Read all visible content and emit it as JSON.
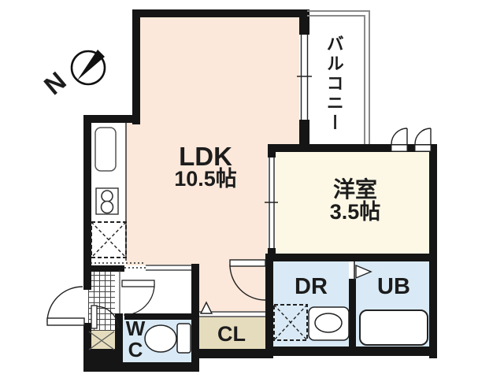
{
  "plan": {
    "type": "apartment-floor-plan",
    "compass": {
      "label": "N"
    },
    "rooms": {
      "ldk": {
        "name": "LDK",
        "area": "10.5帖"
      },
      "western": {
        "name": "洋室",
        "area": "3.5帖"
      },
      "balcony": {
        "name": "バルコニー"
      },
      "dressing": {
        "name": "DR"
      },
      "unit_bath": {
        "name": "UB"
      },
      "closet": {
        "name": "CL"
      },
      "wc": {
        "line1": "W",
        "line2": "C"
      }
    },
    "fixtures": [
      "north-compass",
      "kitchen-sink",
      "gas-stove",
      "refrigerator-space",
      "entrance-door",
      "genkan-step",
      "hall-door",
      "ldk-dr-door",
      "sliding-window-balcony",
      "sliding-door-western-room",
      "awning-windows",
      "folding-door-dr-ub",
      "toilet",
      "washbasin",
      "washing-machine-space",
      "bathtub",
      "closet-sliding-door"
    ],
    "colors": {
      "wall": "#151515",
      "ldk_fill": "#fbe8da",
      "western_room_fill": "#fdf8e6",
      "wet_area_fill": "#d9eaf6",
      "closet_fill": "#e5dcbd",
      "balcony_rail": "#8a8a8a",
      "text": "#1c1c1c"
    }
  }
}
